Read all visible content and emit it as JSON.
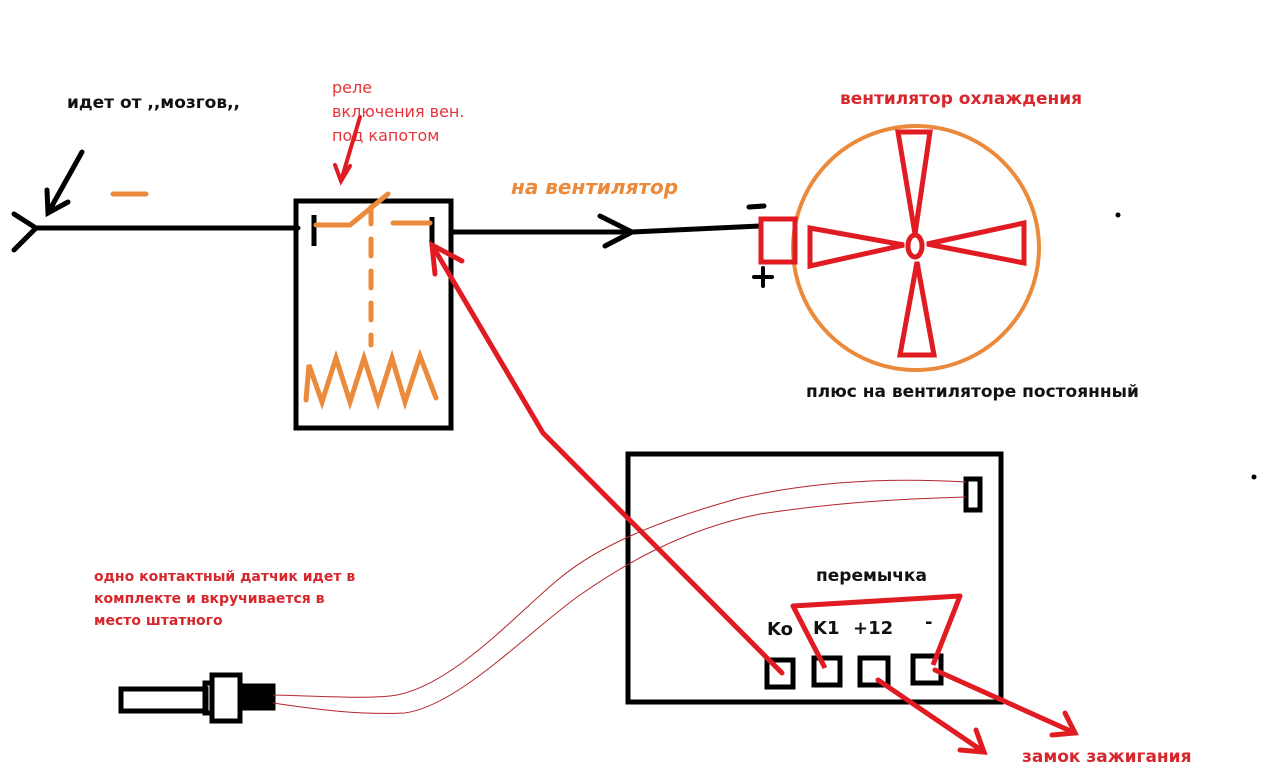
{
  "colors": {
    "wire": "#000000",
    "relay_internal": "#ea8a3a",
    "fan_outline": "#ea8a3a",
    "fan_blades": "#e01b22",
    "connection_arrows": "#e01b22",
    "sensor_wire": "#b3262c",
    "label_red": "#d7262c",
    "label_black": "#111111"
  },
  "labels": {
    "from_ecu": "идет от ,,мозгов,,",
    "relay_caption": [
      "реле",
      "включения вен.",
      "под капотом"
    ],
    "to_fan": "на вентилятор",
    "fan_title": "вентилятор охлаждения",
    "fan_plus_note": "плюс на вентиляторе постоянный",
    "jumper": "перемычка",
    "ignition": "замок зажигания",
    "sensor_note": [
      "одно контактный датчик  идет в",
      "комплекте и вкручивается в",
      "место штатного"
    ]
  },
  "polarity": {
    "input_wire_sign": "−",
    "fan_minus": "−",
    "fan_plus": "+"
  },
  "controller": {
    "pins": [
      {
        "id": "ko",
        "label": "Ko"
      },
      {
        "id": "k1",
        "label": "K1"
      },
      {
        "id": "plus12",
        "label": "+12"
      },
      {
        "id": "minus",
        "label": "-"
      }
    ]
  },
  "connections": [
    {
      "from": "ecu",
      "to": "relay-contact-left",
      "kind": "wire"
    },
    {
      "from": "relay-contact-right",
      "to": "fan-minus-terminal",
      "kind": "wire"
    },
    {
      "from": "controller-pin-ko",
      "to": "relay-contact-right",
      "kind": "arrow"
    },
    {
      "from": "controller-pin-k1",
      "to": "controller-pin-minus",
      "kind": "jumper"
    },
    {
      "from": "controller-pin-plus12",
      "to": "ignition",
      "kind": "arrow"
    },
    {
      "from": "controller-pin-minus",
      "to": "ignition",
      "kind": "arrow"
    },
    {
      "from": "temperature-sensor",
      "to": "controller-sensor-input",
      "kind": "sensor-wire"
    }
  ]
}
